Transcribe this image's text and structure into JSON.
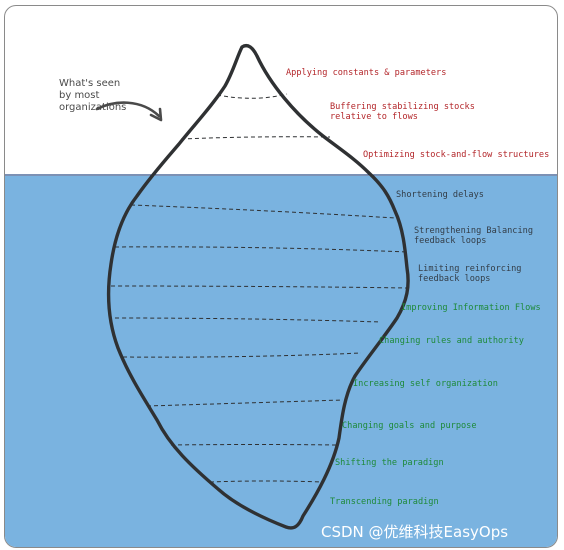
{
  "annotation": {
    "text": "What's seen\nby most\norganizations"
  },
  "levels_above": [
    {
      "text": "Applying constants & parameters"
    },
    {
      "text": "Buffering stabilizing stocks\nrelative to flows"
    },
    {
      "text": "Optimizing stock-and-flow structures"
    }
  ],
  "levels_below": [
    {
      "text": "Shortening delays"
    },
    {
      "text": "Strengthening Balancing\nfeedback loops"
    },
    {
      "text": "Limiting reinforcing\nfeedback loops"
    },
    {
      "text": "Improving Information Flows"
    },
    {
      "text": "Changing rules and authority"
    },
    {
      "text": "Increasing self organization"
    },
    {
      "text": "Changing goals and purpose"
    },
    {
      "text": "Shifting the paradign"
    },
    {
      "text": "Transcending paradign"
    }
  ],
  "watermark": "CSDN @优维科技EasyOps",
  "colors": {
    "water": "#7ab3e0",
    "above_labels": "#b3262a",
    "upper_below_labels": "#333d47",
    "lower_below_labels": "#1e8a3a",
    "outline": "#2f3133"
  },
  "icons": [
    "curved-arrow-icon"
  ]
}
